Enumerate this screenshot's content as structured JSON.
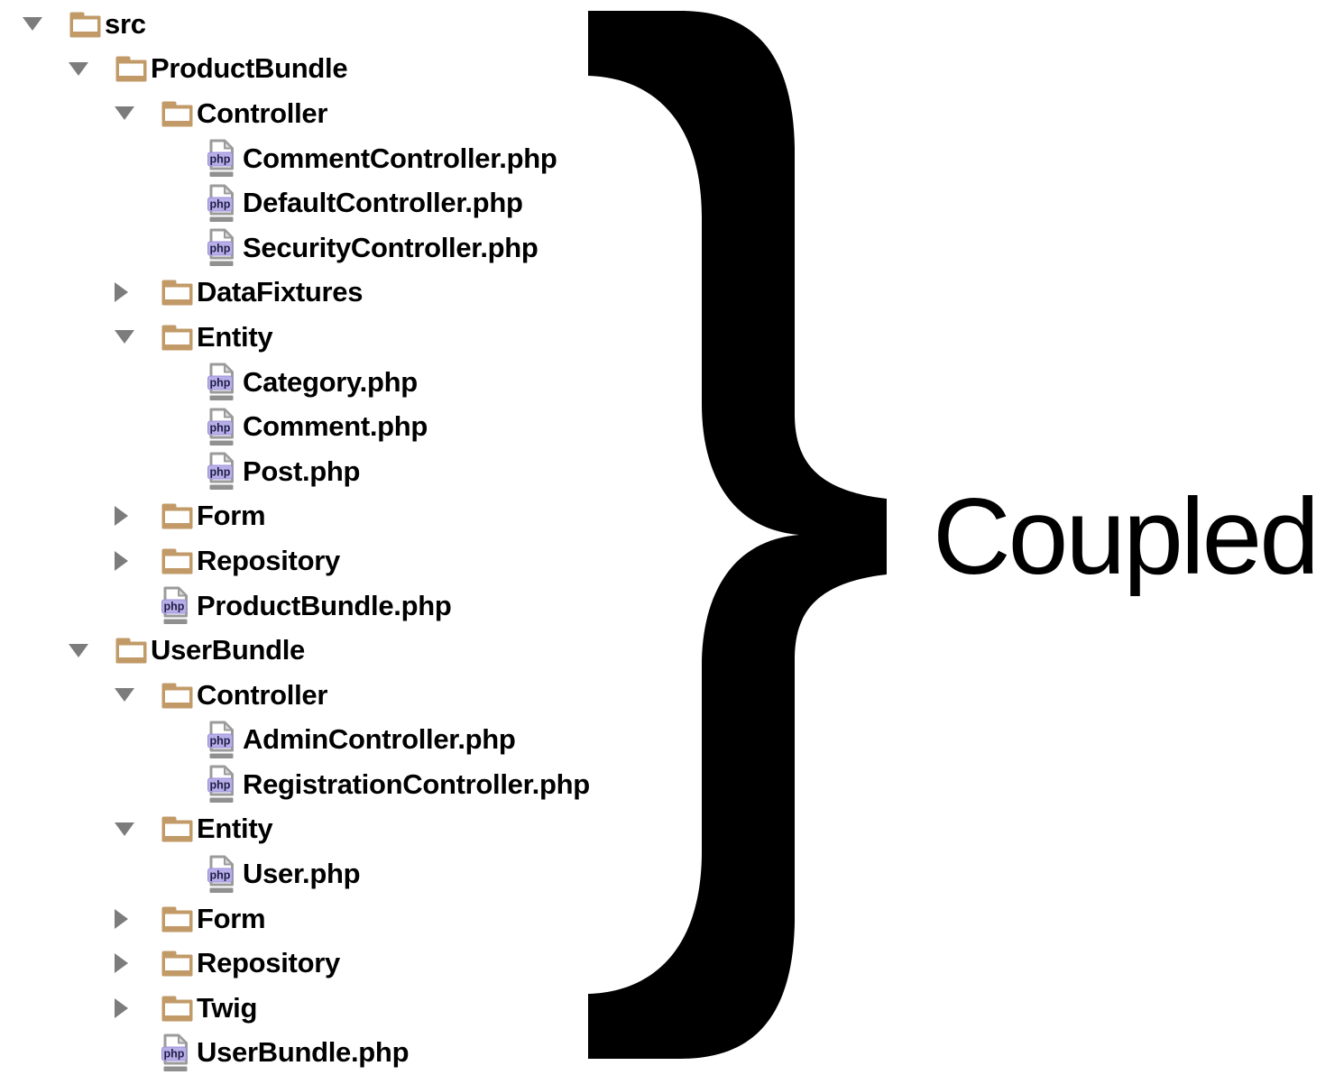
{
  "tree": {
    "rows": [
      {
        "label": "src",
        "type": "folder",
        "level": 0,
        "state": "expanded"
      },
      {
        "label": "ProductBundle",
        "type": "folder",
        "level": 1,
        "state": "expanded"
      },
      {
        "label": "Controller",
        "type": "folder",
        "level": 2,
        "state": "expanded"
      },
      {
        "label": "CommentController.php",
        "type": "php",
        "level": 3
      },
      {
        "label": "DefaultController.php",
        "type": "php",
        "level": 3
      },
      {
        "label": "SecurityController.php",
        "type": "php",
        "level": 3
      },
      {
        "label": "DataFixtures",
        "type": "folder",
        "level": 2,
        "state": "collapsed"
      },
      {
        "label": "Entity",
        "type": "folder",
        "level": 2,
        "state": "expanded"
      },
      {
        "label": "Category.php",
        "type": "php",
        "level": 3
      },
      {
        "label": "Comment.php",
        "type": "php",
        "level": 3
      },
      {
        "label": "Post.php",
        "type": "php",
        "level": 3
      },
      {
        "label": "Form",
        "type": "folder",
        "level": 2,
        "state": "collapsed"
      },
      {
        "label": "Repository",
        "type": "folder",
        "level": 2,
        "state": "collapsed"
      },
      {
        "label": "ProductBundle.php",
        "type": "php",
        "level": 2
      },
      {
        "label": "UserBundle",
        "type": "folder",
        "level": 1,
        "state": "expanded"
      },
      {
        "label": "Controller",
        "type": "folder",
        "level": 2,
        "state": "expanded"
      },
      {
        "label": "AdminController.php",
        "type": "php",
        "level": 3
      },
      {
        "label": "RegistrationController.php",
        "type": "php",
        "level": 3
      },
      {
        "label": "Entity",
        "type": "folder",
        "level": 2,
        "state": "expanded"
      },
      {
        "label": "User.php",
        "type": "php",
        "level": 3
      },
      {
        "label": "Form",
        "type": "folder",
        "level": 2,
        "state": "collapsed"
      },
      {
        "label": "Repository",
        "type": "folder",
        "level": 2,
        "state": "collapsed"
      },
      {
        "label": "Twig",
        "type": "folder",
        "level": 2,
        "state": "collapsed"
      },
      {
        "label": "UserBundle.php",
        "type": "php",
        "level": 2
      }
    ]
  },
  "annotation": {
    "label": "Coupled",
    "brace_glyph": "}"
  },
  "icons": {
    "php_badge_text": "php"
  },
  "colors": {
    "folder": "#C19A68",
    "triangle": "#7C7C7C",
    "php_badge": "#B9AFE8",
    "php_badge_border": "#9A8FD8",
    "php_badge_text": "#1E1E46",
    "doc_outline": "#9B9B9B",
    "doc_bar": "#909090",
    "text": "#000000",
    "brace": "#000000",
    "annotation_text": "#000000"
  }
}
